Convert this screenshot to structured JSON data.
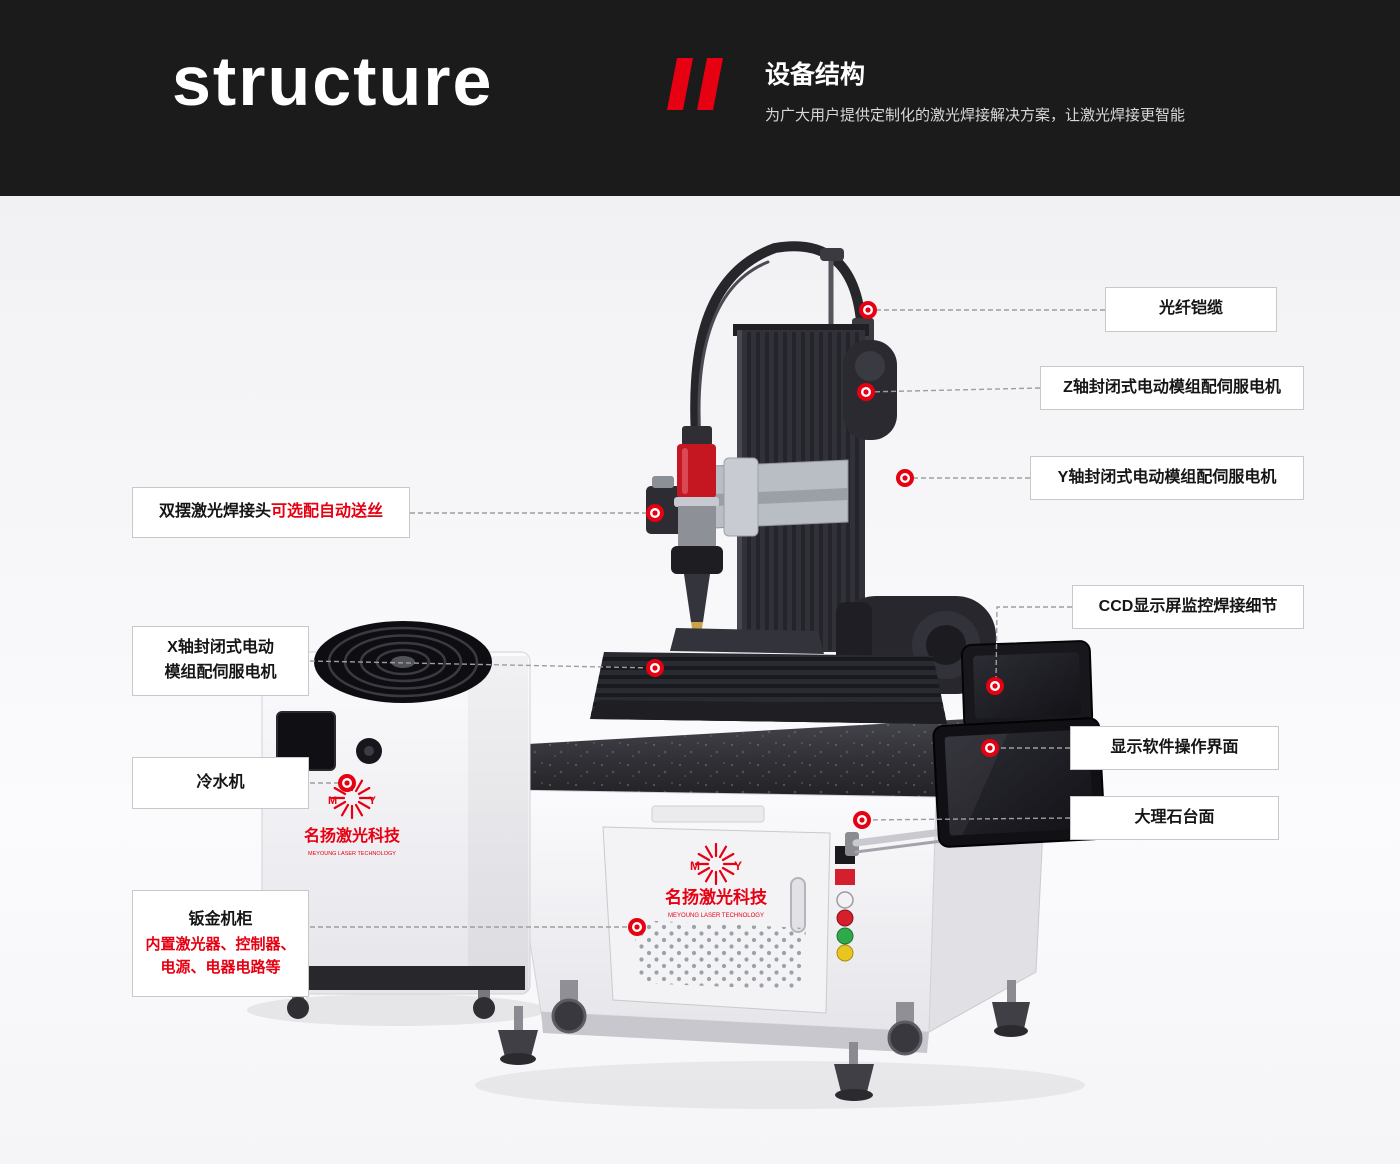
{
  "colors": {
    "accent": "#e60012",
    "header_bg": "#1b1b1b",
    "marker": "#e60012"
  },
  "header": {
    "title_en": "structure",
    "title_cn": "设备结构",
    "subtitle": "为广大用户提供定制化的激光焊接解决方案，让激光焊接更智能"
  },
  "brand": {
    "initials": "MY",
    "cn": "名扬激光科技",
    "en": "MEYOUNG LASER TECHNOLOGY"
  },
  "callouts": {
    "fiber_cable": {
      "label": "光纤铠缆"
    },
    "z_axis": {
      "label": "Z轴封闭式电动模组配伺服电机"
    },
    "y_axis": {
      "label": "Y轴封闭式电动模组配伺服电机"
    },
    "ccd": {
      "label": "CCD显示屏监控焊接细节"
    },
    "software": {
      "label": "显示软件操作界面"
    },
    "marble": {
      "label": "大理石台面"
    },
    "weld_head": {
      "label_main": "双摆激光焊接头",
      "label_highlight": "可选配自动送丝"
    },
    "x_axis": {
      "label_line1": "X轴封闭式电动",
      "label_line2": "模组配伺服电机"
    },
    "chiller": {
      "label": "冷水机"
    },
    "cabinet": {
      "label_main": "钣金机柜",
      "label_highlight_line1": "内置激光器、控制器、",
      "label_highlight_line2": "电源、电器电路等"
    }
  }
}
